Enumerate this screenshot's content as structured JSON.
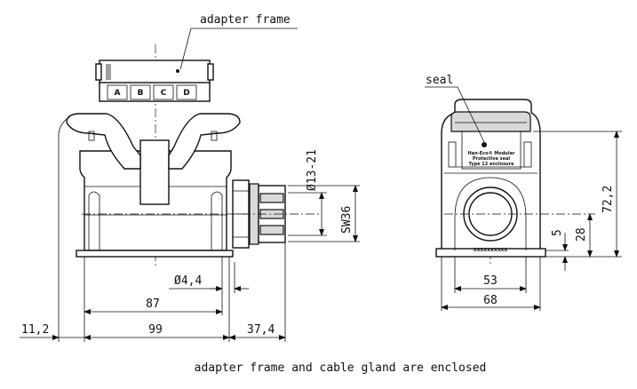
{
  "labels": {
    "adapter_frame": "adapter frame",
    "seal": "seal",
    "footer": "adapter frame and cable gland are enclosed"
  },
  "insert_keys": [
    "A",
    "B",
    "C",
    "D"
  ],
  "dimensions": {
    "d_87": "87",
    "d_99": "99",
    "d_11_2": "11,2",
    "d_37_4": "37,4",
    "d_hole": "Ø4,4",
    "d_gland": "Ø13-21",
    "d_sw": "SW36",
    "d_53": "53",
    "d_68": "68",
    "d_72_2": "72,2",
    "d_28": "28",
    "d_5": "5"
  },
  "plate": {
    "line1": "Han-Eco® Modular",
    "line2": "Protective seal",
    "line3": "Type 12 enclosure",
    "serial": "XXXXXXXXXX"
  }
}
